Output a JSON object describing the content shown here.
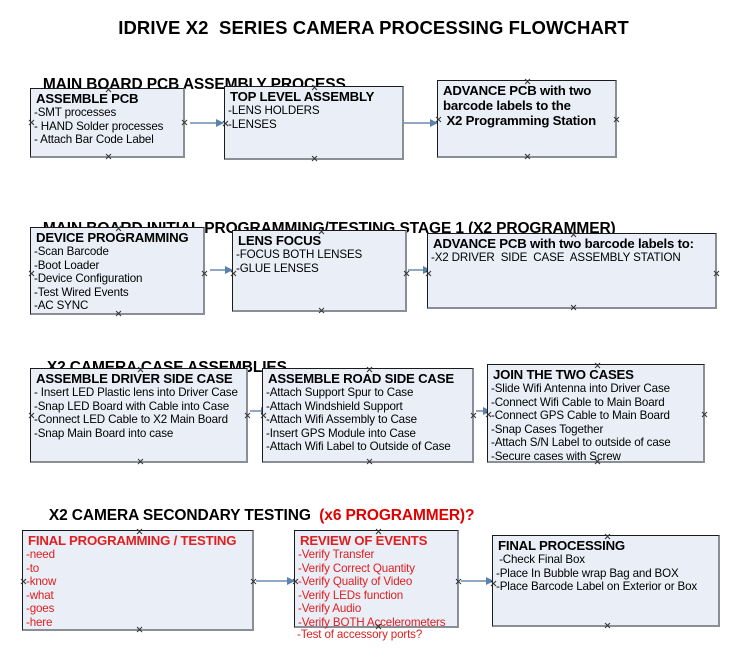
{
  "title": "IDRIVE X2  SERIES CAMERA PROCESSING FLOWCHART",
  "sections": [
    {
      "heading": "MAIN BOARD PCB ASSEMBLY PROCESS",
      "heading_red": "",
      "boxes": [
        {
          "title": "ASSEMBLE PCB",
          "lines": [
            "-SMT processes",
            "- HAND Solder processes",
            "- Attach Bar Code Label"
          ]
        },
        {
          "title": "TOP LEVEL ASSEMBLY",
          "lines": [
            "-LENS HOLDERS",
            "-LENSES"
          ]
        },
        {
          "title": "ADVANCE PCB with two",
          "lines": [
            "barcode labels to the",
            " X2 Programming Station"
          ]
        }
      ]
    },
    {
      "heading": "MAIN BOARD INITIAL PROGRAMMING/TESTING STAGE 1 (X2 PROGRAMMER)",
      "heading_red": "",
      "boxes": [
        {
          "title": "DEVICE PROGRAMMING",
          "lines": [
            "-Scan Barcode",
            "-Boot Loader",
            "-Device Configuration",
            "-Test Wired Events",
            "-AC SYNC"
          ]
        },
        {
          "title": "LENS FOCUS",
          "lines": [
            "-FOCUS BOTH LENSES",
            "-GLUE LENSES"
          ]
        },
        {
          "title": "ADVANCE PCB with two barcode labels to:",
          "lines": [
            "-X2 DRIVER  SIDE  CASE  ASSEMBLY STATION"
          ]
        }
      ]
    },
    {
      "heading": "X2 CAMERA CASE ASSEMBLIES",
      "heading_red": "",
      "boxes": [
        {
          "title": "ASSEMBLE DRIVER SIDE CASE",
          "lines": [
            "- Insert LED Plastic lens into Driver Case",
            "-Snap LED Board with Cable into Case",
            "-Connect LED Cable to X2 Main Board",
            "-Snap Main Board into case"
          ]
        },
        {
          "title": "ASSEMBLE ROAD SIDE CASE",
          "lines": [
            "-Attach Support Spur to Case",
            "-Attach Windshield Support",
            "-Attach Wifi Assembly to Case",
            "-Insert GPS Module into Case",
            "-Attach Wifi Label to Outside of Case"
          ]
        },
        {
          "title": "JOIN THE TWO CASES",
          "lines": [
            "-Slide Wifi Antenna into Driver Case",
            "-Connect Wifi Cable to Main Board",
            "-Connect GPS Cable to Main Board",
            "-Snap Cases Together",
            "-Attach S/N Label to outside of case",
            "-Secure cases with Screw"
          ]
        }
      ]
    },
    {
      "heading": "X2 CAMERA SECONDARY TESTING  ",
      "heading_red": "(x6 PROGRAMMER)?",
      "boxes": [
        {
          "title": "FINAL PROGRAMMING / TESTING",
          "lines": [
            "-need",
            "-to",
            "-know",
            "-what",
            "-goes",
            "-here"
          ]
        },
        {
          "title": "REVIEW OF EVENTS",
          "lines": [
            "-Verify Transfer",
            "-Verify Correct Quantity",
            "-Verify Quality of Video",
            "-Verify LEDs function",
            "-Verify Audio",
            "-Verify BOTH Accelerometers"
          ],
          "overflow_line": "-Test of accessory ports?"
        },
        {
          "title": "FINAL PROCESSING",
          "lines": [
            " -Check Final Box",
            "-Place In Bubble wrap Bag and BOX",
            "-Place Barcode Label on Exterior or Box"
          ]
        }
      ]
    }
  ],
  "colors": {
    "box_fill": "#e9eef7",
    "box_border": "#1a1a1a",
    "arrow": "#8fa9c4",
    "red_text": "#e02020"
  }
}
